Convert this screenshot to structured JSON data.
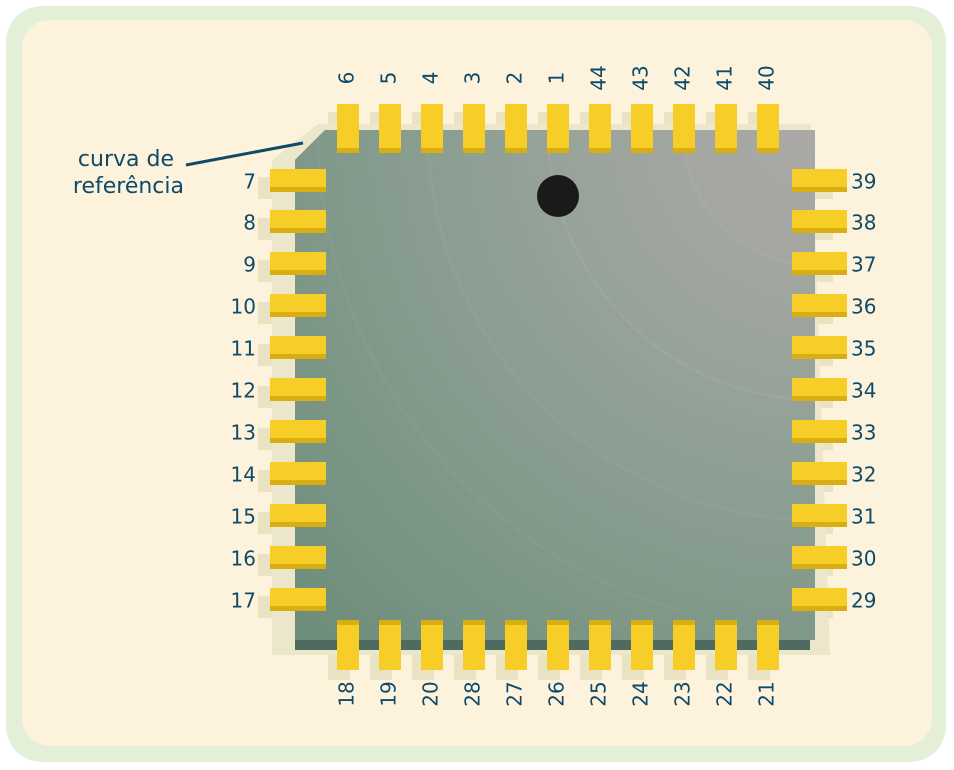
{
  "colors": {
    "frame": "#e4efd8",
    "panel_background": "#fdf3dc",
    "chip_body_dark": "#6f8f7e",
    "chip_body_light": "#a8a8a6",
    "chip_edge": "#4f6b5f",
    "pins": "#f6ce27",
    "pins_dark": "#d9ae12",
    "pin_shadow": "#e9e3c4",
    "orientation_mark": "#1b1a1a",
    "labels": "#0e4a6a"
  },
  "chip": {
    "annotation": "curva de\nreferência",
    "pins_top": [
      "6",
      "5",
      "4",
      "3",
      "2",
      "1",
      "44",
      "43",
      "42",
      "41",
      "40"
    ],
    "pins_left": [
      "7",
      "8",
      "9",
      "10",
      "11",
      "12",
      "13",
      "14",
      "15",
      "16",
      "17"
    ],
    "pins_bottom": [
      "18",
      "19",
      "20",
      "28",
      "27",
      "26",
      "25",
      "24",
      "23",
      "22",
      "21"
    ],
    "pins_right": [
      "39",
      "38",
      "37",
      "36",
      "35",
      "34",
      "33",
      "32",
      "31",
      "30",
      "29"
    ]
  }
}
